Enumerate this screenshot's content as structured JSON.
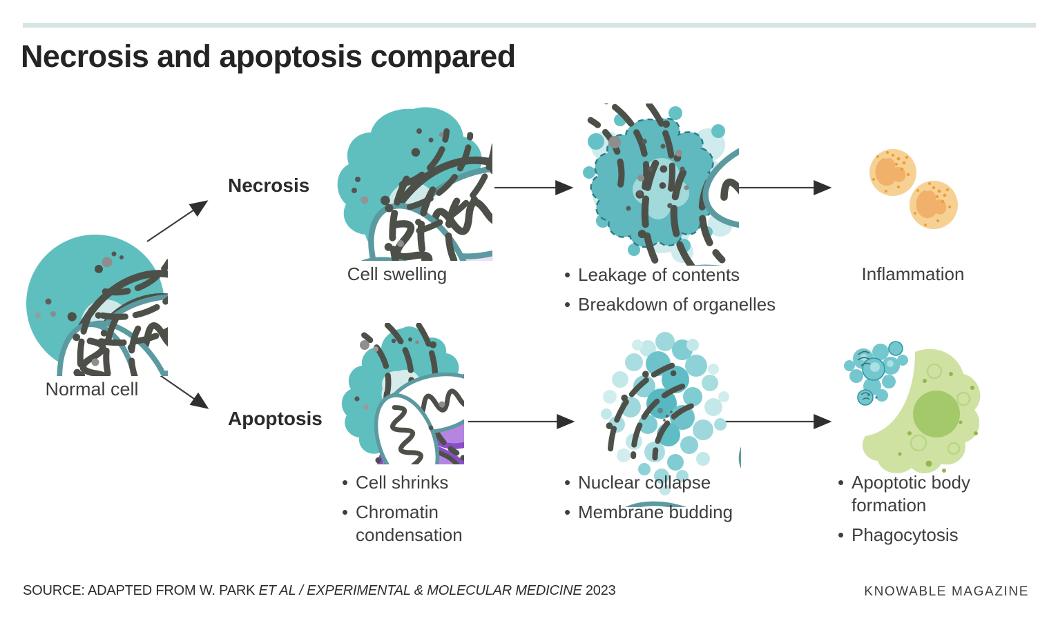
{
  "page": {
    "title": "Necrosis and apoptosis compared",
    "source_prefix": "SOURCE: ADAPTED FROM W. PARK ",
    "source_italic": "ET AL / EXPERIMENTAL & MOLECULAR MEDICINE",
    "source_suffix": " 2023",
    "credit": "KNOWABLE MAGAZINE"
  },
  "normal_cell": {
    "label": "Normal cell"
  },
  "necrosis": {
    "label": "Necrosis",
    "stages": [
      {
        "caption": "Cell swelling"
      },
      {
        "bullets": [
          "Leakage of contents",
          "Breakdown of organelles"
        ]
      },
      {
        "caption": "Inflammation"
      }
    ]
  },
  "apoptosis": {
    "label": "Apoptosis",
    "stages": [
      {
        "bullets": [
          "Cell shrinks",
          "Chromatin condensation"
        ]
      },
      {
        "bullets": [
          "Nuclear collapse",
          "Membrane budding"
        ]
      },
      {
        "bullets": [
          "Apoptotic body formation",
          "Phagocytosis"
        ]
      }
    ]
  },
  "colors": {
    "top_rule": "#d6e5e4",
    "cell_body_teal": "#5fbfbf",
    "nucleus_light": "#cfe9e8",
    "necrotic_membrane_dash": "#2d7b87",
    "organelle_dark": "#4d5048",
    "nucleolus_purple": "#9a5ad1",
    "chromatin_purple": "#b685e2",
    "inflammation_body": "#f6d193",
    "inflammation_nucleus": "#f1b16a",
    "inflammation_dots": "#ea9f3c",
    "phagocyte_body": "#cfe2a2",
    "phagocyte_nucleus": "#a3c96b",
    "apoptotic_bodies_teal": "#74c7ce",
    "arrow": "#3d3d3d",
    "text": "#3e3e3e",
    "title_text": "#242424"
  }
}
